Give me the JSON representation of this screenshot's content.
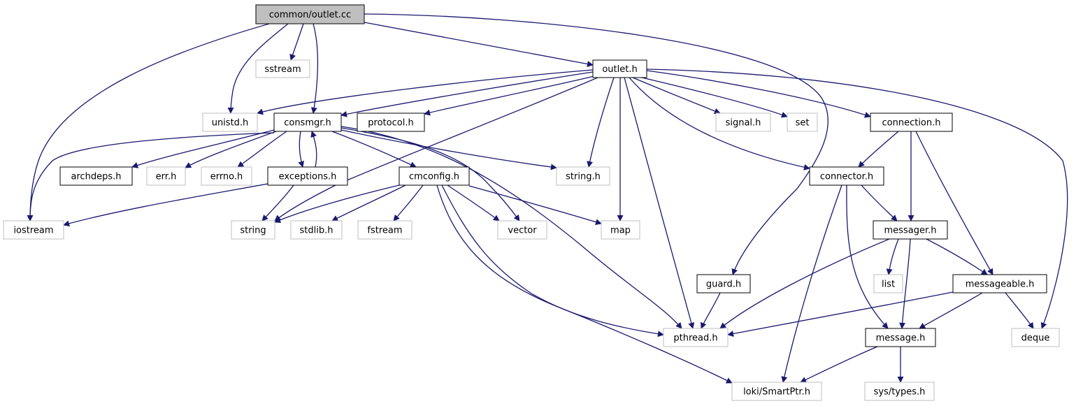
{
  "graph": {
    "title": "common/outlet.cc",
    "nodes": [
      {
        "id": "outlet_cc",
        "label": "common/outlet.cc",
        "kind": "root"
      },
      {
        "id": "sstream",
        "label": "sstream",
        "kind": "system"
      },
      {
        "id": "outlet_h",
        "label": "outlet.h",
        "kind": "project"
      },
      {
        "id": "unistd_h",
        "label": "unistd.h",
        "kind": "system"
      },
      {
        "id": "consmgr_h",
        "label": "consmgr.h",
        "kind": "project"
      },
      {
        "id": "protocol_h",
        "label": "protocol.h",
        "kind": "project"
      },
      {
        "id": "signal_h",
        "label": "signal.h",
        "kind": "system"
      },
      {
        "id": "set",
        "label": "set",
        "kind": "system"
      },
      {
        "id": "connection_h",
        "label": "connection.h",
        "kind": "project"
      },
      {
        "id": "archdeps_h",
        "label": "archdeps.h",
        "kind": "project"
      },
      {
        "id": "err_h",
        "label": "err.h",
        "kind": "system"
      },
      {
        "id": "errno_h",
        "label": "errno.h",
        "kind": "system"
      },
      {
        "id": "exceptions_h",
        "label": "exceptions.h",
        "kind": "project"
      },
      {
        "id": "cmconfig_h",
        "label": "cmconfig.h",
        "kind": "project"
      },
      {
        "id": "string_h",
        "label": "string.h",
        "kind": "system"
      },
      {
        "id": "connector_h",
        "label": "connector.h",
        "kind": "project"
      },
      {
        "id": "iostream",
        "label": "iostream",
        "kind": "system"
      },
      {
        "id": "string",
        "label": "string",
        "kind": "system"
      },
      {
        "id": "stdlib_h",
        "label": "stdlib.h",
        "kind": "system"
      },
      {
        "id": "fstream",
        "label": "fstream",
        "kind": "system"
      },
      {
        "id": "vector",
        "label": "vector",
        "kind": "system"
      },
      {
        "id": "map",
        "label": "map",
        "kind": "system"
      },
      {
        "id": "messager_h",
        "label": "messager.h",
        "kind": "project"
      },
      {
        "id": "guard_h",
        "label": "guard.h",
        "kind": "project"
      },
      {
        "id": "list",
        "label": "list",
        "kind": "system"
      },
      {
        "id": "messageable_h",
        "label": "messageable.h",
        "kind": "project"
      },
      {
        "id": "pthread_h",
        "label": "pthread.h",
        "kind": "system"
      },
      {
        "id": "message_h",
        "label": "message.h",
        "kind": "project"
      },
      {
        "id": "deque",
        "label": "deque",
        "kind": "system"
      },
      {
        "id": "loki_smartptr_h",
        "label": "loki/SmartPtr.h",
        "kind": "system"
      },
      {
        "id": "sys_types_h",
        "label": "sys/types.h",
        "kind": "system"
      }
    ],
    "edges": [
      [
        "outlet_cc",
        "iostream"
      ],
      [
        "outlet_cc",
        "unistd_h"
      ],
      [
        "outlet_cc",
        "sstream"
      ],
      [
        "outlet_cc",
        "consmgr_h"
      ],
      [
        "outlet_cc",
        "outlet_h"
      ],
      [
        "outlet_cc",
        "guard_h"
      ],
      [
        "outlet_h",
        "unistd_h"
      ],
      [
        "outlet_h",
        "consmgr_h"
      ],
      [
        "outlet_h",
        "protocol_h"
      ],
      [
        "outlet_h",
        "string"
      ],
      [
        "outlet_h",
        "string_h"
      ],
      [
        "outlet_h",
        "map"
      ],
      [
        "outlet_h",
        "pthread_h"
      ],
      [
        "outlet_h",
        "signal_h"
      ],
      [
        "outlet_h",
        "set"
      ],
      [
        "outlet_h",
        "connection_h"
      ],
      [
        "outlet_h",
        "connector_h"
      ],
      [
        "outlet_h",
        "deque"
      ],
      [
        "consmgr_h",
        "iostream"
      ],
      [
        "consmgr_h",
        "archdeps_h"
      ],
      [
        "consmgr_h",
        "err_h"
      ],
      [
        "consmgr_h",
        "errno_h"
      ],
      [
        "consmgr_h",
        "exceptions_h"
      ],
      [
        "consmgr_h",
        "cmconfig_h"
      ],
      [
        "consmgr_h",
        "string_h"
      ],
      [
        "consmgr_h",
        "vector"
      ],
      [
        "consmgr_h",
        "pthread_h"
      ],
      [
        "exceptions_h",
        "consmgr_h"
      ],
      [
        "exceptions_h",
        "iostream"
      ],
      [
        "exceptions_h",
        "string"
      ],
      [
        "cmconfig_h",
        "string"
      ],
      [
        "cmconfig_h",
        "stdlib_h"
      ],
      [
        "cmconfig_h",
        "fstream"
      ],
      [
        "cmconfig_h",
        "vector"
      ],
      [
        "cmconfig_h",
        "map"
      ],
      [
        "cmconfig_h",
        "pthread_h"
      ],
      [
        "cmconfig_h",
        "loki_smartptr_h"
      ],
      [
        "connection_h",
        "connector_h"
      ],
      [
        "connection_h",
        "messager_h"
      ],
      [
        "connection_h",
        "messageable_h"
      ],
      [
        "connector_h",
        "messager_h"
      ],
      [
        "connector_h",
        "message_h"
      ],
      [
        "connector_h",
        "loki_smartptr_h"
      ],
      [
        "messager_h",
        "pthread_h"
      ],
      [
        "messager_h",
        "list"
      ],
      [
        "messager_h",
        "messageable_h"
      ],
      [
        "messager_h",
        "message_h"
      ],
      [
        "guard_h",
        "pthread_h"
      ],
      [
        "messageable_h",
        "pthread_h"
      ],
      [
        "messageable_h",
        "message_h"
      ],
      [
        "messageable_h",
        "deque"
      ],
      [
        "message_h",
        "loki_smartptr_h"
      ],
      [
        "message_h",
        "sys_types_h"
      ]
    ],
    "colors": {
      "edge": "#191970",
      "root_fill": "#bfbfbf",
      "project_border": "#000000",
      "system_border": "#bfbfbf",
      "text": "#000000"
    }
  }
}
